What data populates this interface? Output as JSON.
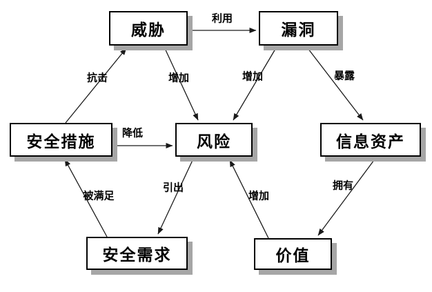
{
  "diagram": {
    "background_color": "#ffffff",
    "box_fill_color": "#ffffff",
    "box_border_color": "#000000",
    "box_shadow_color": "#a6a6a6",
    "line_color": "#1a1a1a",
    "text_color": "#000000",
    "nodes": {
      "threat": {
        "label": "威胁"
      },
      "vulnerability": {
        "label": "漏洞"
      },
      "security_measures": {
        "label": "安全措施"
      },
      "risk": {
        "label": "风险"
      },
      "information_assets": {
        "label": "信息资产"
      },
      "security_requirements": {
        "label": "安全需求"
      },
      "value": {
        "label": "价值"
      }
    },
    "edges": [
      {
        "from": "threat",
        "to": "vulnerability",
        "label": "利用"
      },
      {
        "from": "security_measures",
        "to": "threat",
        "label": "抗击"
      },
      {
        "from": "threat",
        "to": "risk",
        "label": "增加"
      },
      {
        "from": "vulnerability",
        "to": "risk",
        "label": "增加"
      },
      {
        "from": "vulnerability",
        "to": "information_assets",
        "label": "暴露"
      },
      {
        "from": "security_measures",
        "to": "risk",
        "label": "降低"
      },
      {
        "from": "security_requirements",
        "to": "security_measures",
        "label": "被满足"
      },
      {
        "from": "risk",
        "to": "security_requirements",
        "label": "引出"
      },
      {
        "from": "value",
        "to": "risk",
        "label": "增加"
      },
      {
        "from": "information_assets",
        "to": "value",
        "label": "拥有"
      }
    ]
  }
}
